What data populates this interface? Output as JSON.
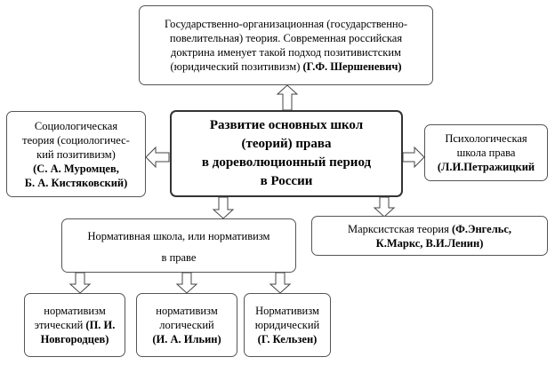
{
  "central": [
    "Развитие основных школ",
    "(теорий) права",
    "в дореволюционный период",
    "в России"
  ],
  "state_theory": {
    "lines": [
      "Государственно-организационная (государственно-",
      "повелительная) теория. Современная российская",
      "доктрина именует такой подход позитивистским",
      "(юридический позитивизм)"
    ],
    "author": "(Г.Ф. Шершеневич)"
  },
  "sociological": {
    "lines": [
      "Социологическая",
      "теория (социологичес-",
      "кий позитивизм)"
    ],
    "authors": [
      "(С. А. Муромцев,",
      "Б. А. Кистяковский)"
    ]
  },
  "psychological": {
    "lines": [
      "Психологическая",
      "школа права"
    ],
    "author": "(Л.И.Петражицкий"
  },
  "marxist": {
    "line1": "Марксистская теория",
    "line1_bold": "(Ф.Энгельс,",
    "line2_bold": "К.Маркс, В.И.Ленин)"
  },
  "normative": {
    "line1": "Нормативная школа, или нормативизм",
    "line2": "в праве"
  },
  "ethical": {
    "lines": [
      "нормативизм",
      "этический"
    ],
    "bold_inline": "(П. И.",
    "bold_last": "Новгородцев)"
  },
  "logical": {
    "lines": [
      "нормативизм",
      "логический"
    ],
    "bold_last": "(И. А. Ильин)"
  },
  "juridical": {
    "lines": [
      "Нормативизм",
      "юридический"
    ],
    "bold_last": "(Г. Кельзен)"
  }
}
